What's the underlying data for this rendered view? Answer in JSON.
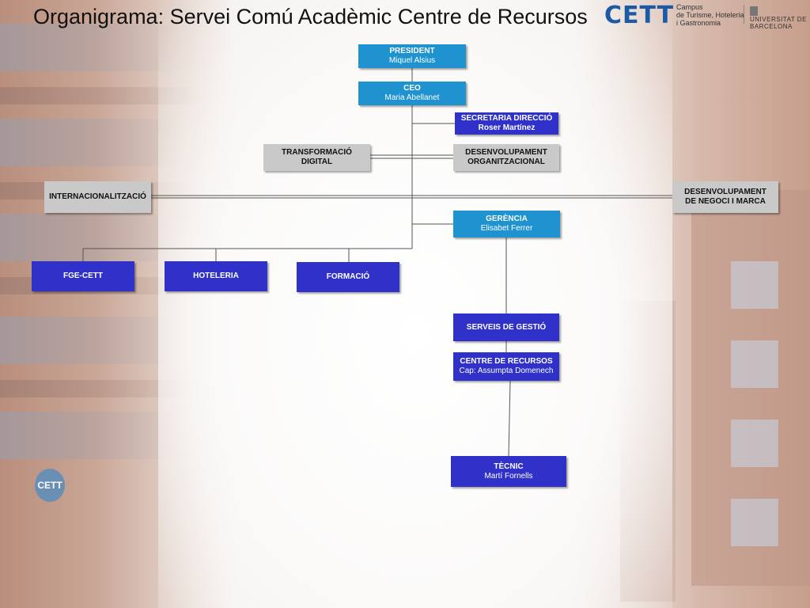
{
  "page": {
    "title": "Organigrama: Servei Comú Acadèmic Centre de Recursos"
  },
  "logos": {
    "cett": "CETT",
    "campus_lines": [
      "Campus",
      "de Turisme, Hoteleria",
      "i Gastronomia"
    ],
    "university_lines": [
      "UNIVERSITAT DE",
      "BARCELONA"
    ],
    "background_sign": "CETT"
  },
  "colors": {
    "teal": "#1e93cf",
    "blue": "#2f31c9",
    "grey": "#c9c9c9",
    "line": "#555555"
  },
  "org": {
    "president": {
      "title": "PRESIDENT",
      "name": "Miquel Alsius"
    },
    "ceo": {
      "title": "CEO",
      "name": "Maria Abellanet"
    },
    "secretaria": {
      "title": "SECRETARIA DIRECCIÓ",
      "name": "Roser Martínez"
    },
    "transformacio": {
      "lines": [
        "TRANSFORMACIÓ",
        "DIGITAL"
      ]
    },
    "desenvolupament_org": {
      "lines": [
        "DESENVOLUPAMENT",
        "ORGANITZACIONAL"
      ]
    },
    "internacionalitzacio": {
      "title": "INTERNACIONALITZACIÓ"
    },
    "desenvolupament_negoci": {
      "lines": [
        "DESENVOLUPAMENT",
        "DE NEGOCI I MARCA"
      ]
    },
    "gerencia": {
      "title": "GERÈNCIA",
      "name": "Elisabet Ferrer"
    },
    "fge_cett": {
      "title": "FGE-CETT"
    },
    "hoteleria": {
      "title": "HOTELERIA"
    },
    "formacio": {
      "title": "FORMACIÓ"
    },
    "serveis_gestio": {
      "title": "SERVEIS DE GESTIÓ"
    },
    "centre_recursos": {
      "title": "CENTRE DE RECURSOS",
      "name": "Cap:  Assumpta Domenech"
    },
    "tecnic": {
      "title": "TÈCNIC",
      "name": "Martí Fornells"
    }
  }
}
